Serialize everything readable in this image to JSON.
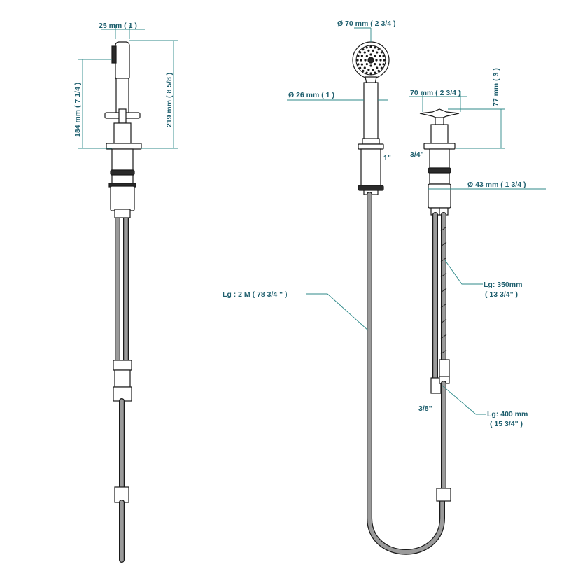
{
  "labels": {
    "side_width": "25 mm ( 1 )",
    "side_height_inner": "184 mm ( 7 1/4 )",
    "side_height_outer": "219 mm ( 8 5/8 )",
    "head_diameter": "Ø 70 mm ( 2 3/4 )",
    "handle_diameter": "Ø 26 mm ( 1 )",
    "thread_1": "1\"",
    "cross_width": "70 mm ( 2 3/4 )",
    "cross_height": "77 mm ( 3 )",
    "thread_34": "3/4\"",
    "body_diameter": "Ø 43 mm ( 1 3/4 )",
    "hose_length": "Lg : 2 M ( 78 3/4 \" )",
    "short_hose_l1": "Lg: 350mm",
    "short_hose_l2": "( 13 3/4\" )",
    "thread_38": "3/8\"",
    "long_hose_l1": "Lg: 400 mm",
    "long_hose_l2": "( 15 3/4\" )"
  },
  "colors": {
    "dimension": "#2f8a8a",
    "text": "#1f5f6e",
    "hose": "#9a9a9a",
    "outline": "#1a1a1a"
  }
}
